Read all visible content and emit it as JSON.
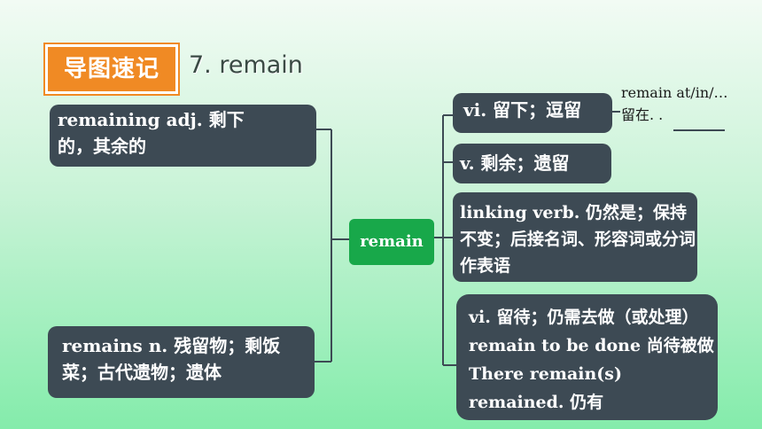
{
  "header": {
    "badge": "导图速记",
    "title": "7. remain"
  },
  "center": {
    "label": "remain"
  },
  "left_nodes": {
    "remaining": "remaining adj. 剩下的，其余的",
    "remains": "remains n. 残留物；剩饭菜；古代遗物；遗体"
  },
  "right_nodes": {
    "vi_stay": "vi. 留下；逗留",
    "v_remain": "v. 剩余；遗留",
    "linking": "linking verb. 仍然是；保持不变；后接名词、形容词或分词作表语",
    "vi_remain_done": "vi. 留待；仍需去做（或处理）remain to be done 尚待被做There remain(s) remained. 仍有"
  },
  "annotation": {
    "line1": "remain at/in/…",
    "line2": "留在. ."
  }
}
